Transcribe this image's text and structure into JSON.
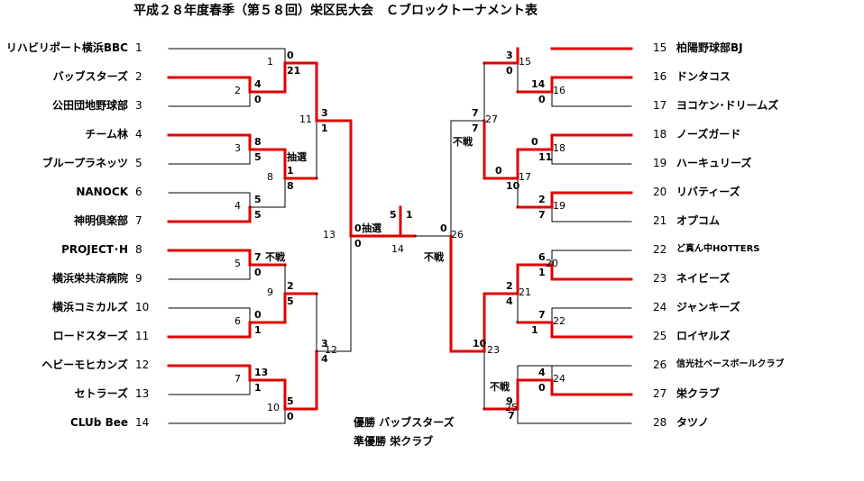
{
  "title": "平成２８年度春季（第５８回）栄区民大会　Ｃブロックトーナメント表",
  "left_teams": [
    {
      "seed": "1",
      "name": "リハビリポート横浜BBC"
    },
    {
      "seed": "2",
      "name": "バッブスターズ"
    },
    {
      "seed": "3",
      "name": "公田団地野球部"
    },
    {
      "seed": "4",
      "name": "チーム林"
    },
    {
      "seed": "5",
      "name": "ブループラネッツ"
    },
    {
      "seed": "6",
      "name": "NANOCK"
    },
    {
      "seed": "7",
      "name": "神明倶楽部"
    },
    {
      "seed": "8",
      "name": "PROJECT･H"
    },
    {
      "seed": "9",
      "name": "横浜栄共済病院"
    },
    {
      "seed": "10",
      "name": "横浜コミカルズ"
    },
    {
      "seed": "11",
      "name": "ロードスターズ"
    },
    {
      "seed": "12",
      "name": "ヘビーモヒカンズ"
    },
    {
      "seed": "13",
      "name": "セトラーズ"
    },
    {
      "seed": "14",
      "name": "CLUb Bee"
    }
  ],
  "right_teams": [
    {
      "seed": "15",
      "name": "柏陽野球部BJ"
    },
    {
      "seed": "16",
      "name": "ドンタコス"
    },
    {
      "seed": "17",
      "name": "ヨコケン･ドリームズ"
    },
    {
      "seed": "18",
      "name": "ノーズガード"
    },
    {
      "seed": "19",
      "name": "ハーキュリーズ"
    },
    {
      "seed": "20",
      "name": "リバティーズ"
    },
    {
      "seed": "21",
      "name": "オプコム"
    },
    {
      "seed": "22",
      "name": "ど真ん中HOTTERS"
    },
    {
      "seed": "23",
      "name": "ネイビーズ"
    },
    {
      "seed": "24",
      "name": "ジャンキーズ"
    },
    {
      "seed": "25",
      "name": "ロイヤルズ"
    },
    {
      "seed": "26",
      "name": "信光社ベースボールクラブ"
    },
    {
      "seed": "27",
      "name": "栄クラブ"
    },
    {
      "seed": "28",
      "name": "タツノ"
    }
  ],
  "match_numbers": [
    "1",
    "2",
    "3",
    "4",
    "5",
    "6",
    "7",
    "8",
    "9",
    "10",
    "11",
    "12",
    "13",
    "14",
    "15",
    "16",
    "17",
    "18",
    "19",
    "20",
    "21",
    "22",
    "23",
    "24",
    "25",
    "26",
    "27"
  ],
  "scores": [
    "0",
    "21",
    "4",
    "0",
    "3",
    "1",
    "8",
    "5",
    "1",
    "8",
    "5",
    "5",
    "7",
    "0",
    "2",
    "5",
    "0",
    "1",
    "3",
    "4",
    "13",
    "1",
    "5",
    "0",
    "0",
    "抽選",
    "0",
    "5",
    "1",
    "3",
    "0",
    "14",
    "0",
    "7",
    "7",
    "0",
    "10",
    "0",
    "11",
    "2",
    "7",
    "6",
    "1",
    "2",
    "4",
    "7",
    "1",
    "10",
    "4",
    "0",
    "9",
    "7",
    "0"
  ],
  "remarks": {
    "draw": "抽選",
    "forfeit": "不戦"
  },
  "results": {
    "champion_label": "優勝",
    "champion": "バッブスターズ",
    "runner_up_label": "準優勝",
    "runner_up": "栄クラブ"
  },
  "colors": {
    "winner_line": "#e00000",
    "loser_line": "#000000"
  }
}
